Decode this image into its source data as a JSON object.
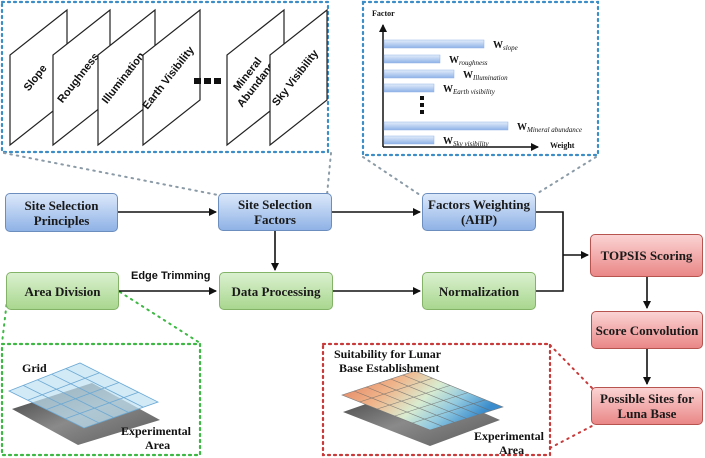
{
  "colors": {
    "blue_dotted": "#3c8dc6",
    "green_dotted": "#3cb843",
    "red_dotted": "#c83a3a",
    "blue_fill": "#a9c4ee",
    "green_fill": "#bfe3ab",
    "red_fill": "#f2a8a8"
  },
  "layers_panel": {
    "layers": [
      "Slope",
      "Roughness",
      "Illumination",
      "Earth Visibility",
      "Mineral Abundance",
      "Sky Visibility"
    ],
    "ellipsis": "■ ■ ■"
  },
  "chart_data": {
    "type": "bar",
    "orientation": "horizontal",
    "title": "",
    "xlabel": "Weight",
    "ylabel": "Factor",
    "categories": [
      "slope",
      "roughness",
      "Illumination",
      "Earth visibility",
      "...",
      "Mineral abundance",
      "Sky visibility"
    ],
    "label_prefix": "W",
    "values": [
      0.5,
      0.28,
      0.35,
      0.25,
      null,
      0.62,
      0.25
    ],
    "xlim": [
      0,
      1
    ],
    "grid": false,
    "legend": "none",
    "note": "Relative bar lengths only; no numeric axis ticks shown"
  },
  "nodes": {
    "site_selection_principles": "Site Selection Principles",
    "site_selection_factors": "Site Selection Factors",
    "factors_weighting": "Factors Weighting (AHP)",
    "area_division": "Area Division",
    "data_processing": "Data Processing",
    "normalization": "Normalization",
    "topsis_scoring": "TOPSIS Scoring",
    "score_convolution": "Score Convolution",
    "possible_sites": "Possible Sites for Luna Base"
  },
  "edge_labels": {
    "edge_trimming": "Edge Trimming"
  },
  "grid_panel": {
    "grid_label": "Grid",
    "area_label_1": "Experimental",
    "area_label_2": "Area"
  },
  "suitability_panel": {
    "title_1": "Suitability for Lunar",
    "title_2": "Base Establishment",
    "area_label_1": "Experimental",
    "area_label_2": "Area"
  }
}
